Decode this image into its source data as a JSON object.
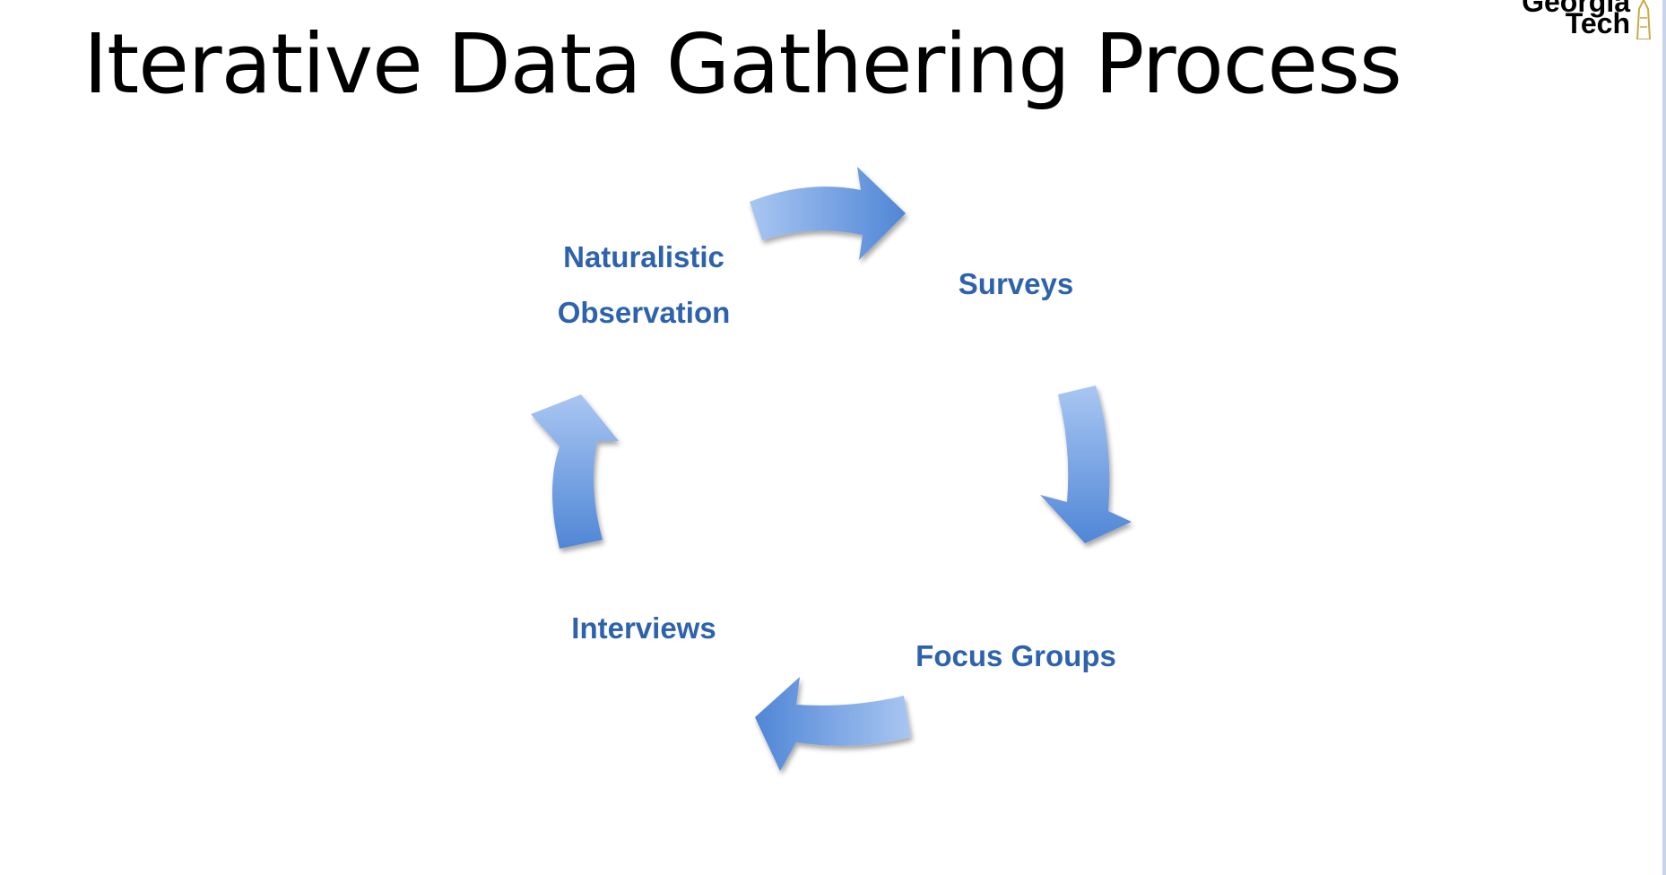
{
  "slide": {
    "title": "Iterative Data Gathering Process",
    "logo": {
      "line1": "Georgia",
      "line2": "Tech"
    }
  },
  "diagram": {
    "type": "cycle",
    "nodes": [
      {
        "id": "naturalistic",
        "line1": "Naturalistic",
        "line2": "Observation"
      },
      {
        "id": "surveys",
        "label": "Surveys"
      },
      {
        "id": "focus-groups",
        "label": "Focus Groups"
      },
      {
        "id": "interviews",
        "label": "Interviews"
      }
    ],
    "edges": [
      {
        "from": "naturalistic",
        "to": "surveys"
      },
      {
        "from": "surveys",
        "to": "focus-groups"
      },
      {
        "from": "focus-groups",
        "to": "interviews"
      },
      {
        "from": "interviews",
        "to": "naturalistic"
      }
    ],
    "colors": {
      "label": "#2e62ad",
      "arrow_light": "#a9c6f2",
      "arrow_dark": "#4f86d6"
    }
  }
}
